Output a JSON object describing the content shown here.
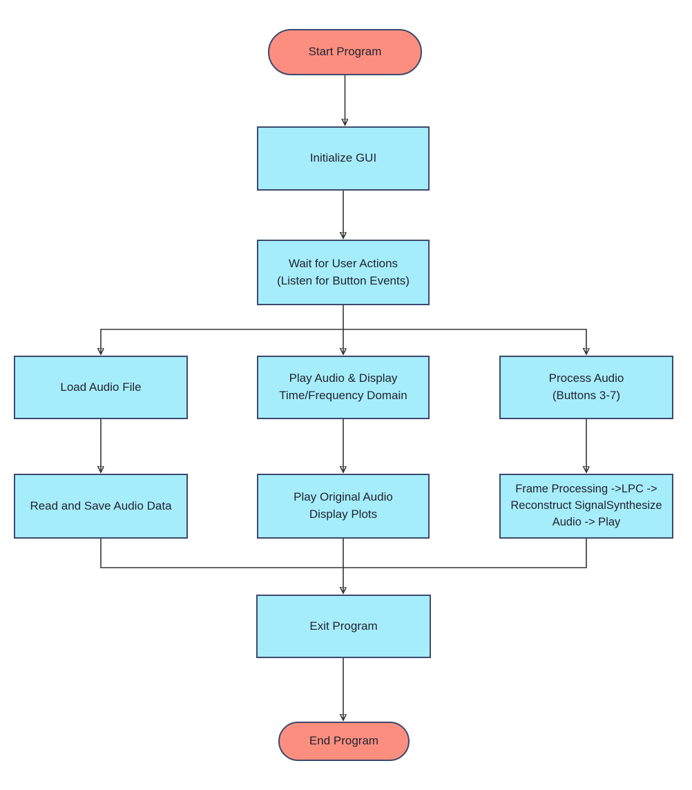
{
  "diagram": {
    "type": "flowchart",
    "direction": "top-down",
    "colors": {
      "terminal_fill": "#FC8E80",
      "process_fill": "#A6EDFC",
      "shape_border": "#3C486B",
      "edge": "#333333",
      "text": "#20242E",
      "background": "#FFFFFF"
    },
    "nodes": [
      {
        "id": "start",
        "shape": "stadium",
        "text": "Start Program"
      },
      {
        "id": "init",
        "shape": "rect",
        "text": "Initialize GUI"
      },
      {
        "id": "wait",
        "shape": "rect",
        "text": "Wait for User Actions\n(Listen for Button Events)"
      },
      {
        "id": "load",
        "shape": "rect",
        "text": "Load Audio File"
      },
      {
        "id": "playdisp",
        "shape": "rect",
        "text": "Play Audio & Display\nTime/Frequency Domain"
      },
      {
        "id": "process",
        "shape": "rect",
        "text": "Process Audio\n(Buttons 3-7)"
      },
      {
        "id": "readsave",
        "shape": "rect",
        "text": "Read and Save Audio Data"
      },
      {
        "id": "playorig",
        "shape": "rect",
        "text": "Play Original Audio\nDisplay Plots"
      },
      {
        "id": "frame",
        "shape": "rect",
        "text": "Frame Processing ->LPC ->\nReconstruct SignalSynthesize\nAudio -> Play"
      },
      {
        "id": "exit",
        "shape": "rect",
        "text": "Exit Program"
      },
      {
        "id": "end",
        "shape": "stadium",
        "text": "End Program"
      }
    ],
    "edges": [
      {
        "from": "start",
        "to": "init"
      },
      {
        "from": "init",
        "to": "wait"
      },
      {
        "from": "wait",
        "to": "load"
      },
      {
        "from": "wait",
        "to": "playdisp"
      },
      {
        "from": "wait",
        "to": "process"
      },
      {
        "from": "load",
        "to": "readsave"
      },
      {
        "from": "playdisp",
        "to": "playorig"
      },
      {
        "from": "process",
        "to": "frame"
      },
      {
        "from": "readsave",
        "to": "exit"
      },
      {
        "from": "playorig",
        "to": "exit"
      },
      {
        "from": "frame",
        "to": "exit"
      },
      {
        "from": "exit",
        "to": "end"
      }
    ]
  }
}
